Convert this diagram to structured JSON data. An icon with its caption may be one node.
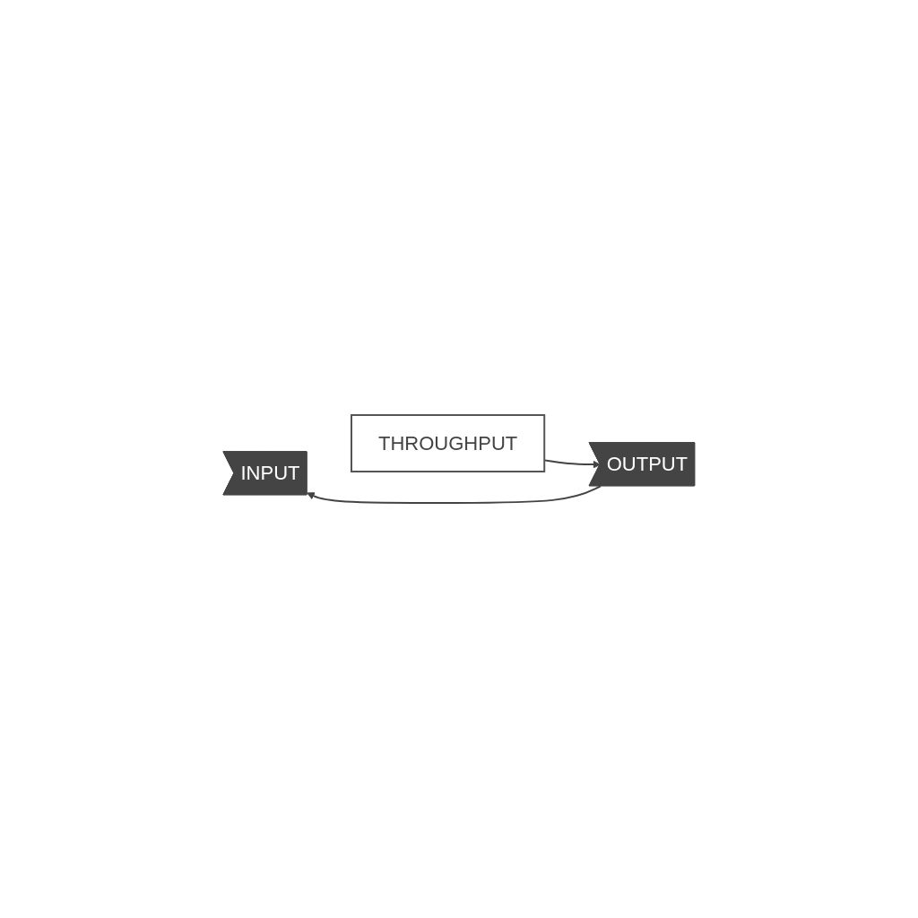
{
  "diagram": {
    "nodes": [
      {
        "text": [
          "INPUT"
        ]
      },
      {
        "text": [
          "THROUGHPUT"
        ]
      },
      {
        "text": [
          "OUTPUT"
        ]
      }
    ],
    "edges": [
      {
        "from": 1,
        "to": 2,
        "arrow": "to"
      },
      {
        "from": 2,
        "to": 0,
        "arrow": "to"
      }
    ]
  }
}
